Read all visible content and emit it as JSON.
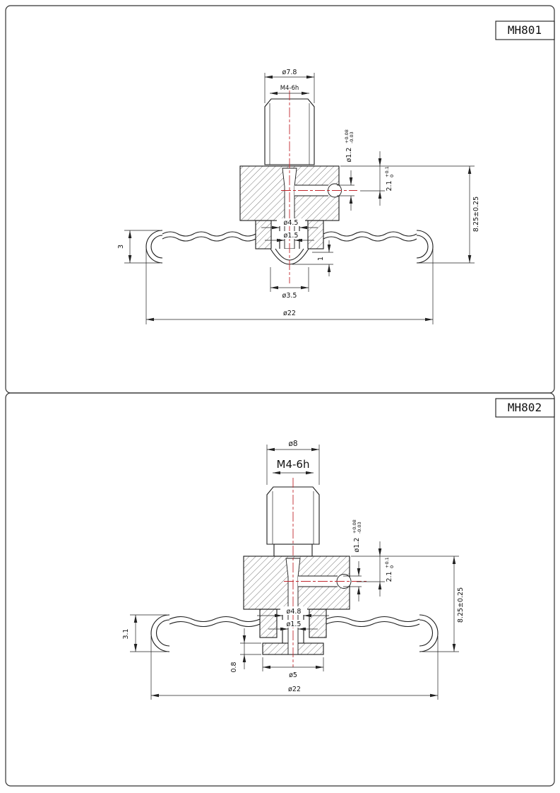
{
  "style": {
    "line_color": "#1a1a1a",
    "centerline_color": "#c1272d",
    "background": "#ffffff"
  },
  "panels": [
    {
      "title": "MH801",
      "dims": {
        "top_dia": "ø7.8",
        "thread": "M4-6h",
        "port_dia_base": "ø1.2",
        "port_dia_tol_up": "+0.08",
        "port_dia_tol_dn": "-0.03",
        "port_depth_base": "2.1",
        "port_depth_tol_up": "+0.1",
        "port_depth_tol_dn": "0",
        "overall_height": "8.25±0.25",
        "counterbore_dia": "ø4.5",
        "bore_dia": "ø1.5",
        "rim_height": "3",
        "boss_height": "1",
        "boss_dia": "ø3.5",
        "flange_dia": "ø22"
      }
    },
    {
      "title": "MH802",
      "dims": {
        "top_dia": "ø8",
        "thread": "M4-6h",
        "port_dia_base": "ø1.2",
        "port_dia_tol_up": "+0.08",
        "port_dia_tol_dn": "-0.03",
        "port_depth_base": "2.1",
        "port_depth_tol_up": "+0.1",
        "port_depth_tol_dn": "0",
        "overall_height": "8.25±0.25",
        "counterbore_dia": "ø4.8",
        "bore_dia": "ø1.5",
        "rim_height": "3.1",
        "boss_thickness": "0.8",
        "boss_dia": "ø5",
        "flange_dia": "ø22"
      }
    }
  ]
}
